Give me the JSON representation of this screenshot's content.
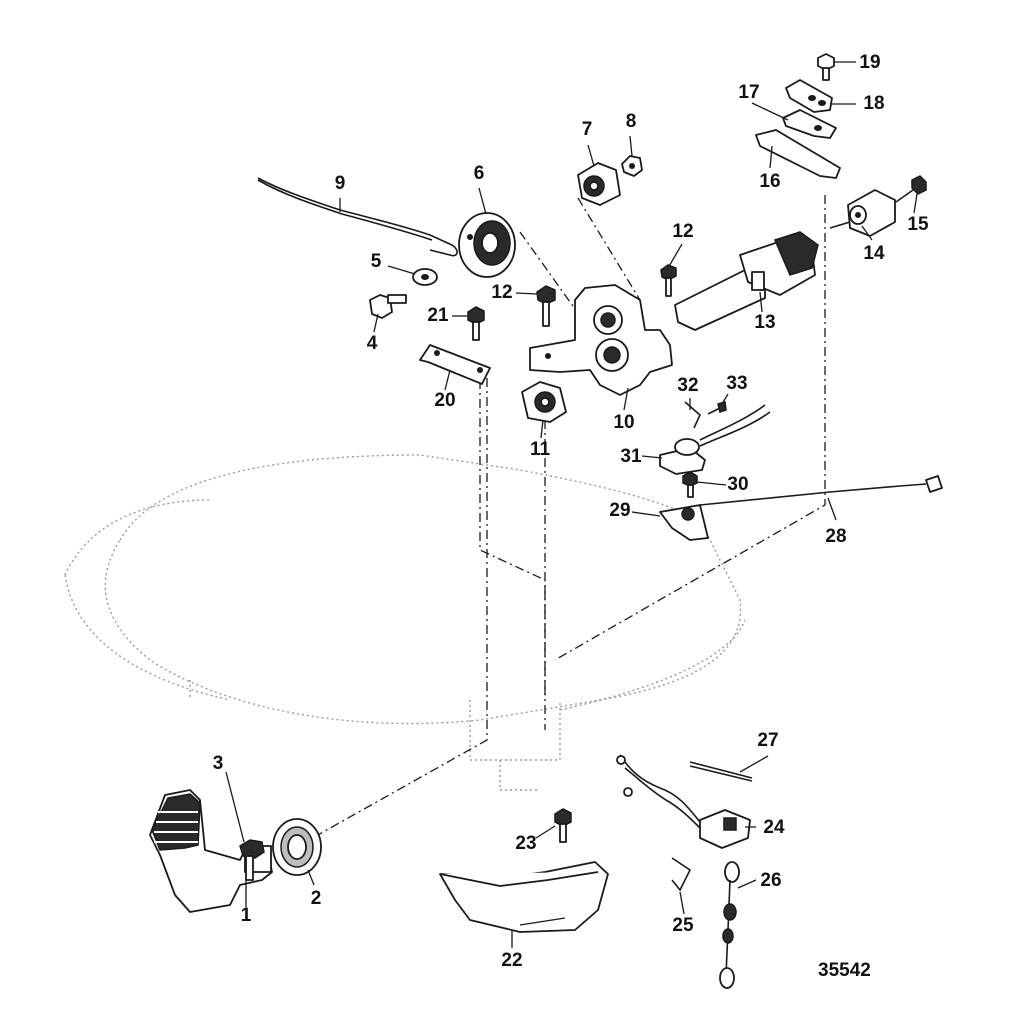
{
  "figure_number": "35542",
  "callouts": [
    {
      "id": "1",
      "label": "1"
    },
    {
      "id": "2",
      "label": "2"
    },
    {
      "id": "3",
      "label": "3"
    },
    {
      "id": "4",
      "label": "4"
    },
    {
      "id": "5",
      "label": "5"
    },
    {
      "id": "6",
      "label": "6"
    },
    {
      "id": "7",
      "label": "7"
    },
    {
      "id": "8",
      "label": "8"
    },
    {
      "id": "9",
      "label": "9"
    },
    {
      "id": "10",
      "label": "10"
    },
    {
      "id": "11",
      "label": "11"
    },
    {
      "id": "12a",
      "label": "12"
    },
    {
      "id": "12b",
      "label": "12"
    },
    {
      "id": "13",
      "label": "13"
    },
    {
      "id": "14",
      "label": "14"
    },
    {
      "id": "15",
      "label": "15"
    },
    {
      "id": "16",
      "label": "16"
    },
    {
      "id": "17",
      "label": "17"
    },
    {
      "id": "18",
      "label": "18"
    },
    {
      "id": "19",
      "label": "19"
    },
    {
      "id": "20",
      "label": "20"
    },
    {
      "id": "21",
      "label": "21"
    },
    {
      "id": "22",
      "label": "22"
    },
    {
      "id": "23",
      "label": "23"
    },
    {
      "id": "24",
      "label": "24"
    },
    {
      "id": "25",
      "label": "25"
    },
    {
      "id": "26",
      "label": "26"
    },
    {
      "id": "27",
      "label": "27"
    },
    {
      "id": "28",
      "label": "28"
    },
    {
      "id": "29",
      "label": "29"
    },
    {
      "id": "30",
      "label": "30"
    },
    {
      "id": "31",
      "label": "31"
    },
    {
      "id": "32",
      "label": "32"
    },
    {
      "id": "33",
      "label": "33"
    }
  ]
}
